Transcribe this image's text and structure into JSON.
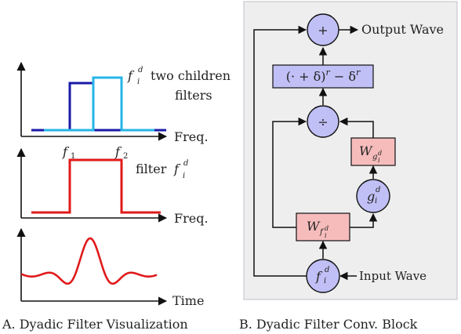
{
  "panel_a": {
    "caption": "A. Dyadic Filter Visualization",
    "top_label_symbol": "f",
    "top_label_sup": "d",
    "top_label_sub": "i",
    "top_label_text_1": "two children",
    "top_label_text_2": "filters",
    "freq_label_1": "Freq.",
    "f1_symbol": "f",
    "f1_sub": "1",
    "f2_symbol": "f",
    "f2_sub": "2",
    "mid_label_text": "filter",
    "mid_label_symbol": "f",
    "mid_label_sup": "d",
    "mid_label_sub": "i",
    "freq_label_2": "Freq.",
    "time_label": "Time",
    "colors": {
      "child_dark": "#1a1aa8",
      "child_light": "#26b5e8",
      "filter": "#e01a1a",
      "wave": "#e01a1a"
    }
  },
  "panel_b": {
    "caption": "B. Dyadic Filter Conv. Block",
    "plus_symbol": "+",
    "output_label": "Output Wave",
    "power_box": "(· + δ)^r − δ^r",
    "div_symbol": "÷",
    "wg_main": "W",
    "wg_sub": "g",
    "wg_subsup": "d",
    "wg_subsub": "i",
    "g_main": "g",
    "g_sup": "d",
    "g_sub": "i",
    "wf_main": "W",
    "wf_sub": "f",
    "wf_subsup": "d",
    "wf_subsub": "i",
    "f_main": "f",
    "f_sup": "d",
    "f_sub": "i",
    "input_label": "Input Wave",
    "colors": {
      "panel_bg": "#eeeeef",
      "panel_border": "#c8c8d0",
      "circle_fill": "#c0c0f6",
      "box_blue": "#c0c0f6",
      "box_pink": "#f6bcbc"
    }
  }
}
